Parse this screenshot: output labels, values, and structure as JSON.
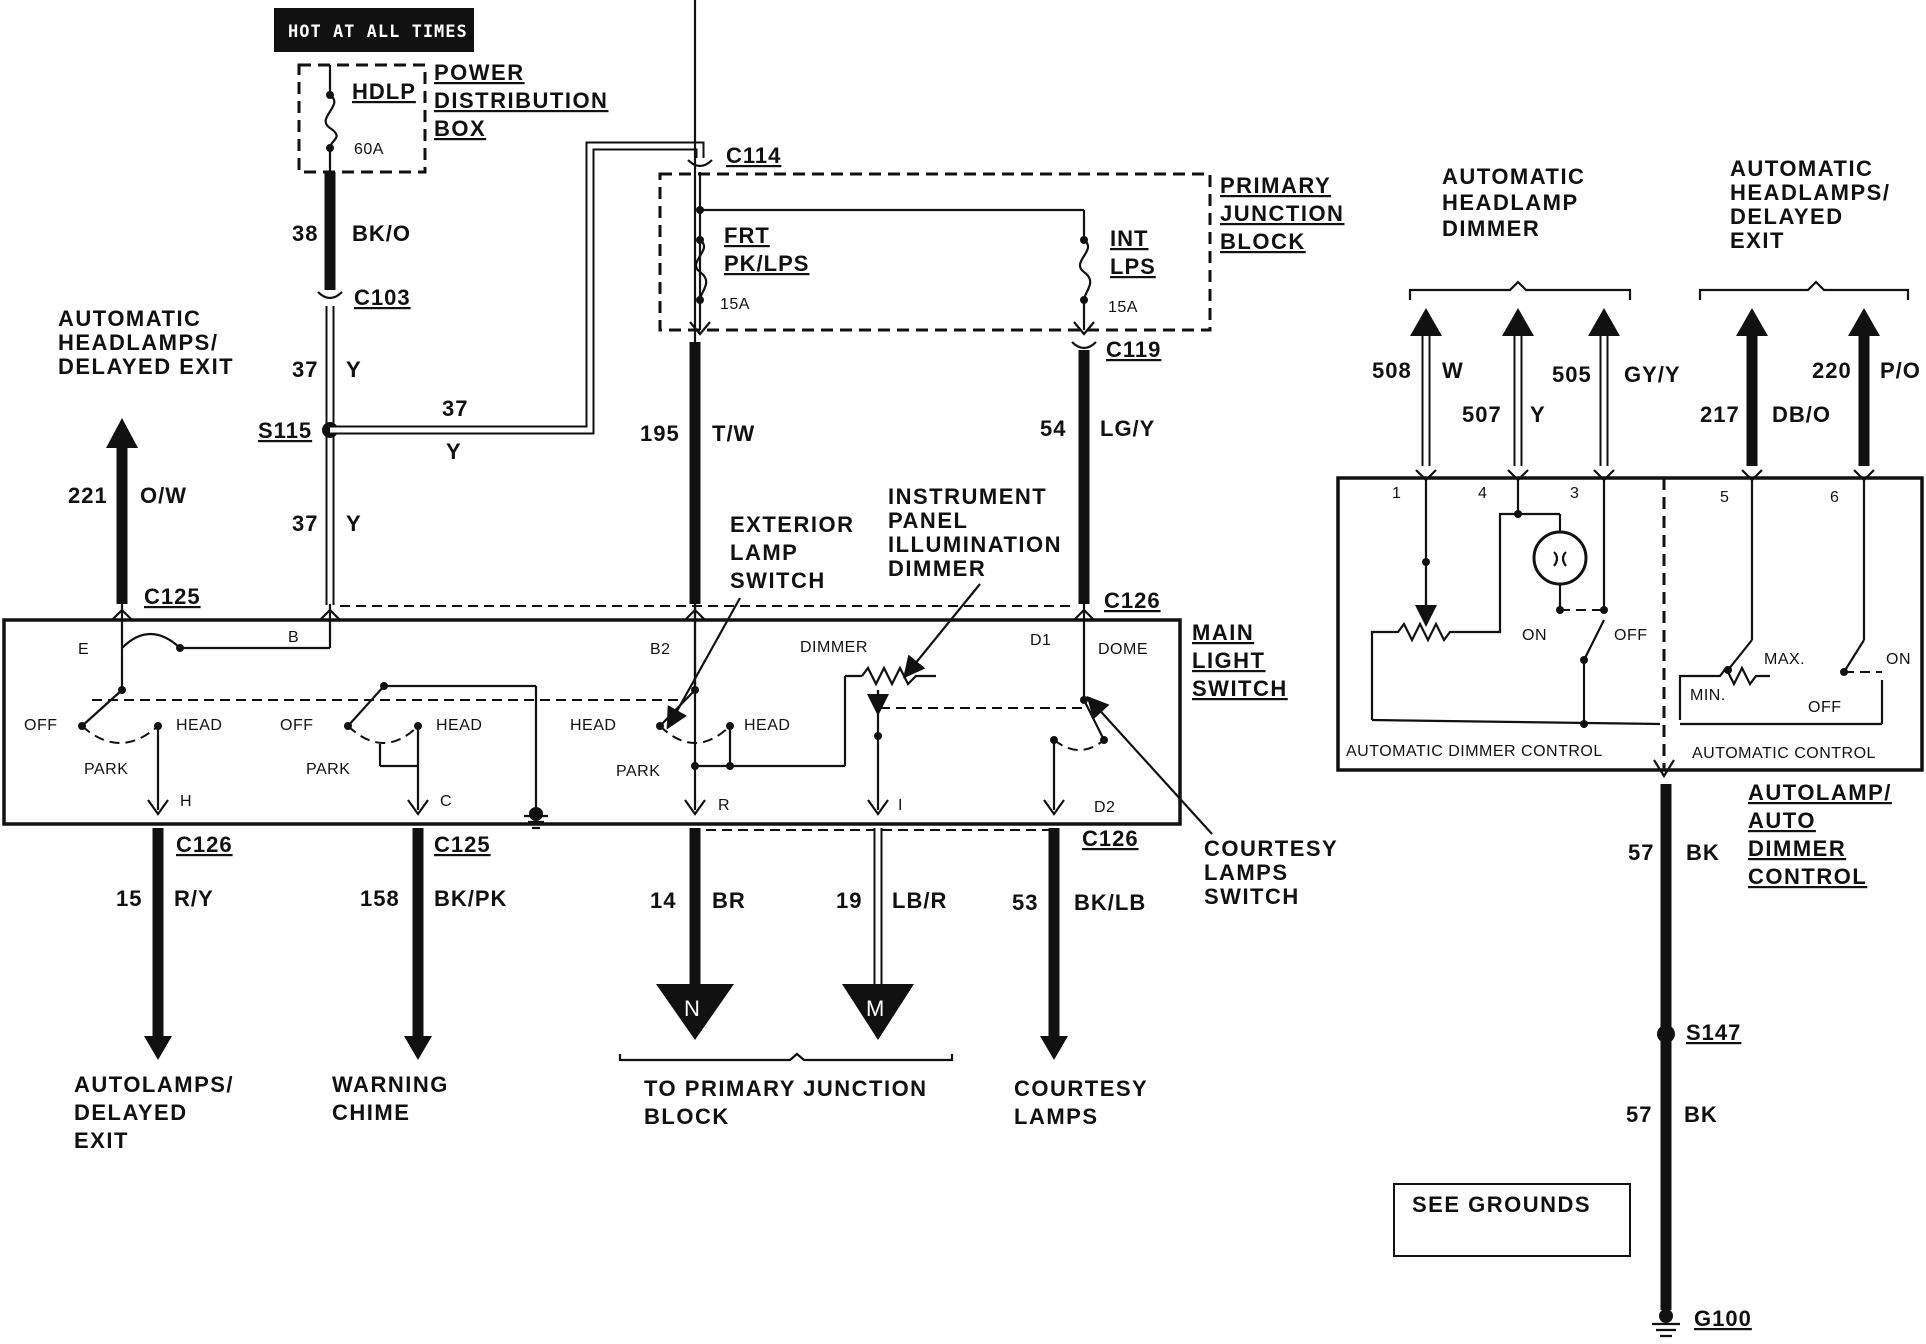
{
  "power": {
    "hot_label": "HOT AT ALL TIMES",
    "fuse_name": "HDLP",
    "fuse_rating": "60A",
    "box_name_1": "POWER",
    "box_name_2": "DISTRIBUTION",
    "box_name_3": "BOX"
  },
  "junction_block": {
    "name_1": "PRIMARY",
    "name_2": "JUNCTION",
    "name_3": "BLOCK",
    "fuse1_line1": "FRT",
    "fuse1_line2": "PK/LPS",
    "fuse1_rating": "15A",
    "fuse2_line1": "INT",
    "fuse2_line2": "LPS",
    "fuse2_rating": "15A"
  },
  "connectors": {
    "c114": "C114",
    "c103": "C103",
    "c119": "C119",
    "s115": "S115",
    "c125_top": "C125",
    "c126_top": "C126",
    "c126_bl": "C126",
    "c125_bl": "C125",
    "c126_br": "C126",
    "s147": "S147",
    "g100": "G100"
  },
  "wires": [
    {
      "id": "w38",
      "circuit": "38",
      "color": "BK/O"
    },
    {
      "id": "w37a",
      "circuit": "37",
      "color": "Y"
    },
    {
      "id": "w37b",
      "circuit": "37",
      "color": "Y"
    },
    {
      "id": "w37c",
      "circuit": "37",
      "color": "Y"
    },
    {
      "id": "w221",
      "circuit": "221",
      "color": "O/W"
    },
    {
      "id": "w195",
      "circuit": "195",
      "color": "T/W"
    },
    {
      "id": "w54",
      "circuit": "54",
      "color": "LG/Y"
    },
    {
      "id": "w15",
      "circuit": "15",
      "color": "R/Y"
    },
    {
      "id": "w158",
      "circuit": "158",
      "color": "BK/PK"
    },
    {
      "id": "w14",
      "circuit": "14",
      "color": "BR"
    },
    {
      "id": "w19",
      "circuit": "19",
      "color": "LB/R"
    },
    {
      "id": "w53",
      "circuit": "53",
      "color": "BK/LB"
    },
    {
      "id": "w508",
      "circuit": "508",
      "color": "W"
    },
    {
      "id": "w507",
      "circuit": "507",
      "color": "Y"
    },
    {
      "id": "w505",
      "circuit": "505",
      "color": "GY/Y"
    },
    {
      "id": "w217",
      "circuit": "217",
      "color": "DB/O"
    },
    {
      "id": "w220",
      "circuit": "220",
      "color": "P/O"
    },
    {
      "id": "w57a",
      "circuit": "57",
      "color": "BK"
    },
    {
      "id": "w57b",
      "circuit": "57",
      "color": "BK"
    }
  ],
  "main_switch": {
    "name_1": "MAIN",
    "name_2": "LIGHT",
    "name_3": "SWITCH",
    "pin_e": "E",
    "pin_b": "B",
    "pin_b2": "B2",
    "pin_d1": "D1",
    "pin_h": "H",
    "pin_c": "C",
    "pin_r": "R",
    "pin_i": "I",
    "pin_d2": "D2",
    "off1": "OFF",
    "head1": "HEAD",
    "park1": "PARK",
    "off2": "OFF",
    "head2": "HEAD",
    "park2": "PARK",
    "head3a": "HEAD",
    "head3b": "HEAD",
    "park3": "PARK",
    "dimmer": "DIMMER",
    "dome": "DOME"
  },
  "callouts": {
    "auto_headlamps_l1": "AUTOMATIC",
    "auto_headlamps_l2": "HEADLAMPS/",
    "auto_headlamps_l3": "DELAYED EXIT",
    "ext_lamp_l1": "EXTERIOR",
    "ext_lamp_l2": "LAMP",
    "ext_lamp_l3": "SWITCH",
    "ipd_l1": "INSTRUMENT",
    "ipd_l2": "PANEL",
    "ipd_l3": "ILLUMINATION",
    "ipd_l4": "DIMMER",
    "courtesy_sw_l1": "COURTESY",
    "courtesy_sw_l2": "LAMPS",
    "courtesy_sw_l3": "SWITCH",
    "autolamps_l1": "AUTOLAMPS/",
    "autolamps_l2": "DELAYED",
    "autolamps_l3": "EXIT",
    "warning_l1": "WARNING",
    "warning_l2": "CHIME",
    "to_pjb_l1": "TO PRIMARY JUNCTION",
    "to_pjb_l2": "BLOCK",
    "courtesy_l1": "COURTESY",
    "courtesy_l2": "LAMPS",
    "marker_n": "N",
    "marker_m": "M"
  },
  "right_module": {
    "dimmer_title_1": "AUTOMATIC",
    "dimmer_title_2": "HEADLAMP",
    "dimmer_title_3": "DIMMER",
    "delay_title_1": "AUTOMATIC",
    "delay_title_2": "HEADLAMPS/",
    "delay_title_3": "DELAYED",
    "delay_title_4": "EXIT",
    "pin1": "1",
    "pin4": "4",
    "pin3": "3",
    "pin5": "5",
    "pin6": "6",
    "on1": "ON",
    "off1": "OFF",
    "max": "MAX.",
    "min": "MIN.",
    "on2": "ON",
    "off2": "OFF",
    "sub1": "AUTOMATIC DIMMER CONTROL",
    "sub2": "AUTOMATIC CONTROL",
    "module_1": "AUTOLAMP/",
    "module_2": "AUTO",
    "module_3": "DIMMER",
    "module_4": "CONTROL",
    "see_grounds": "SEE GROUNDS"
  }
}
